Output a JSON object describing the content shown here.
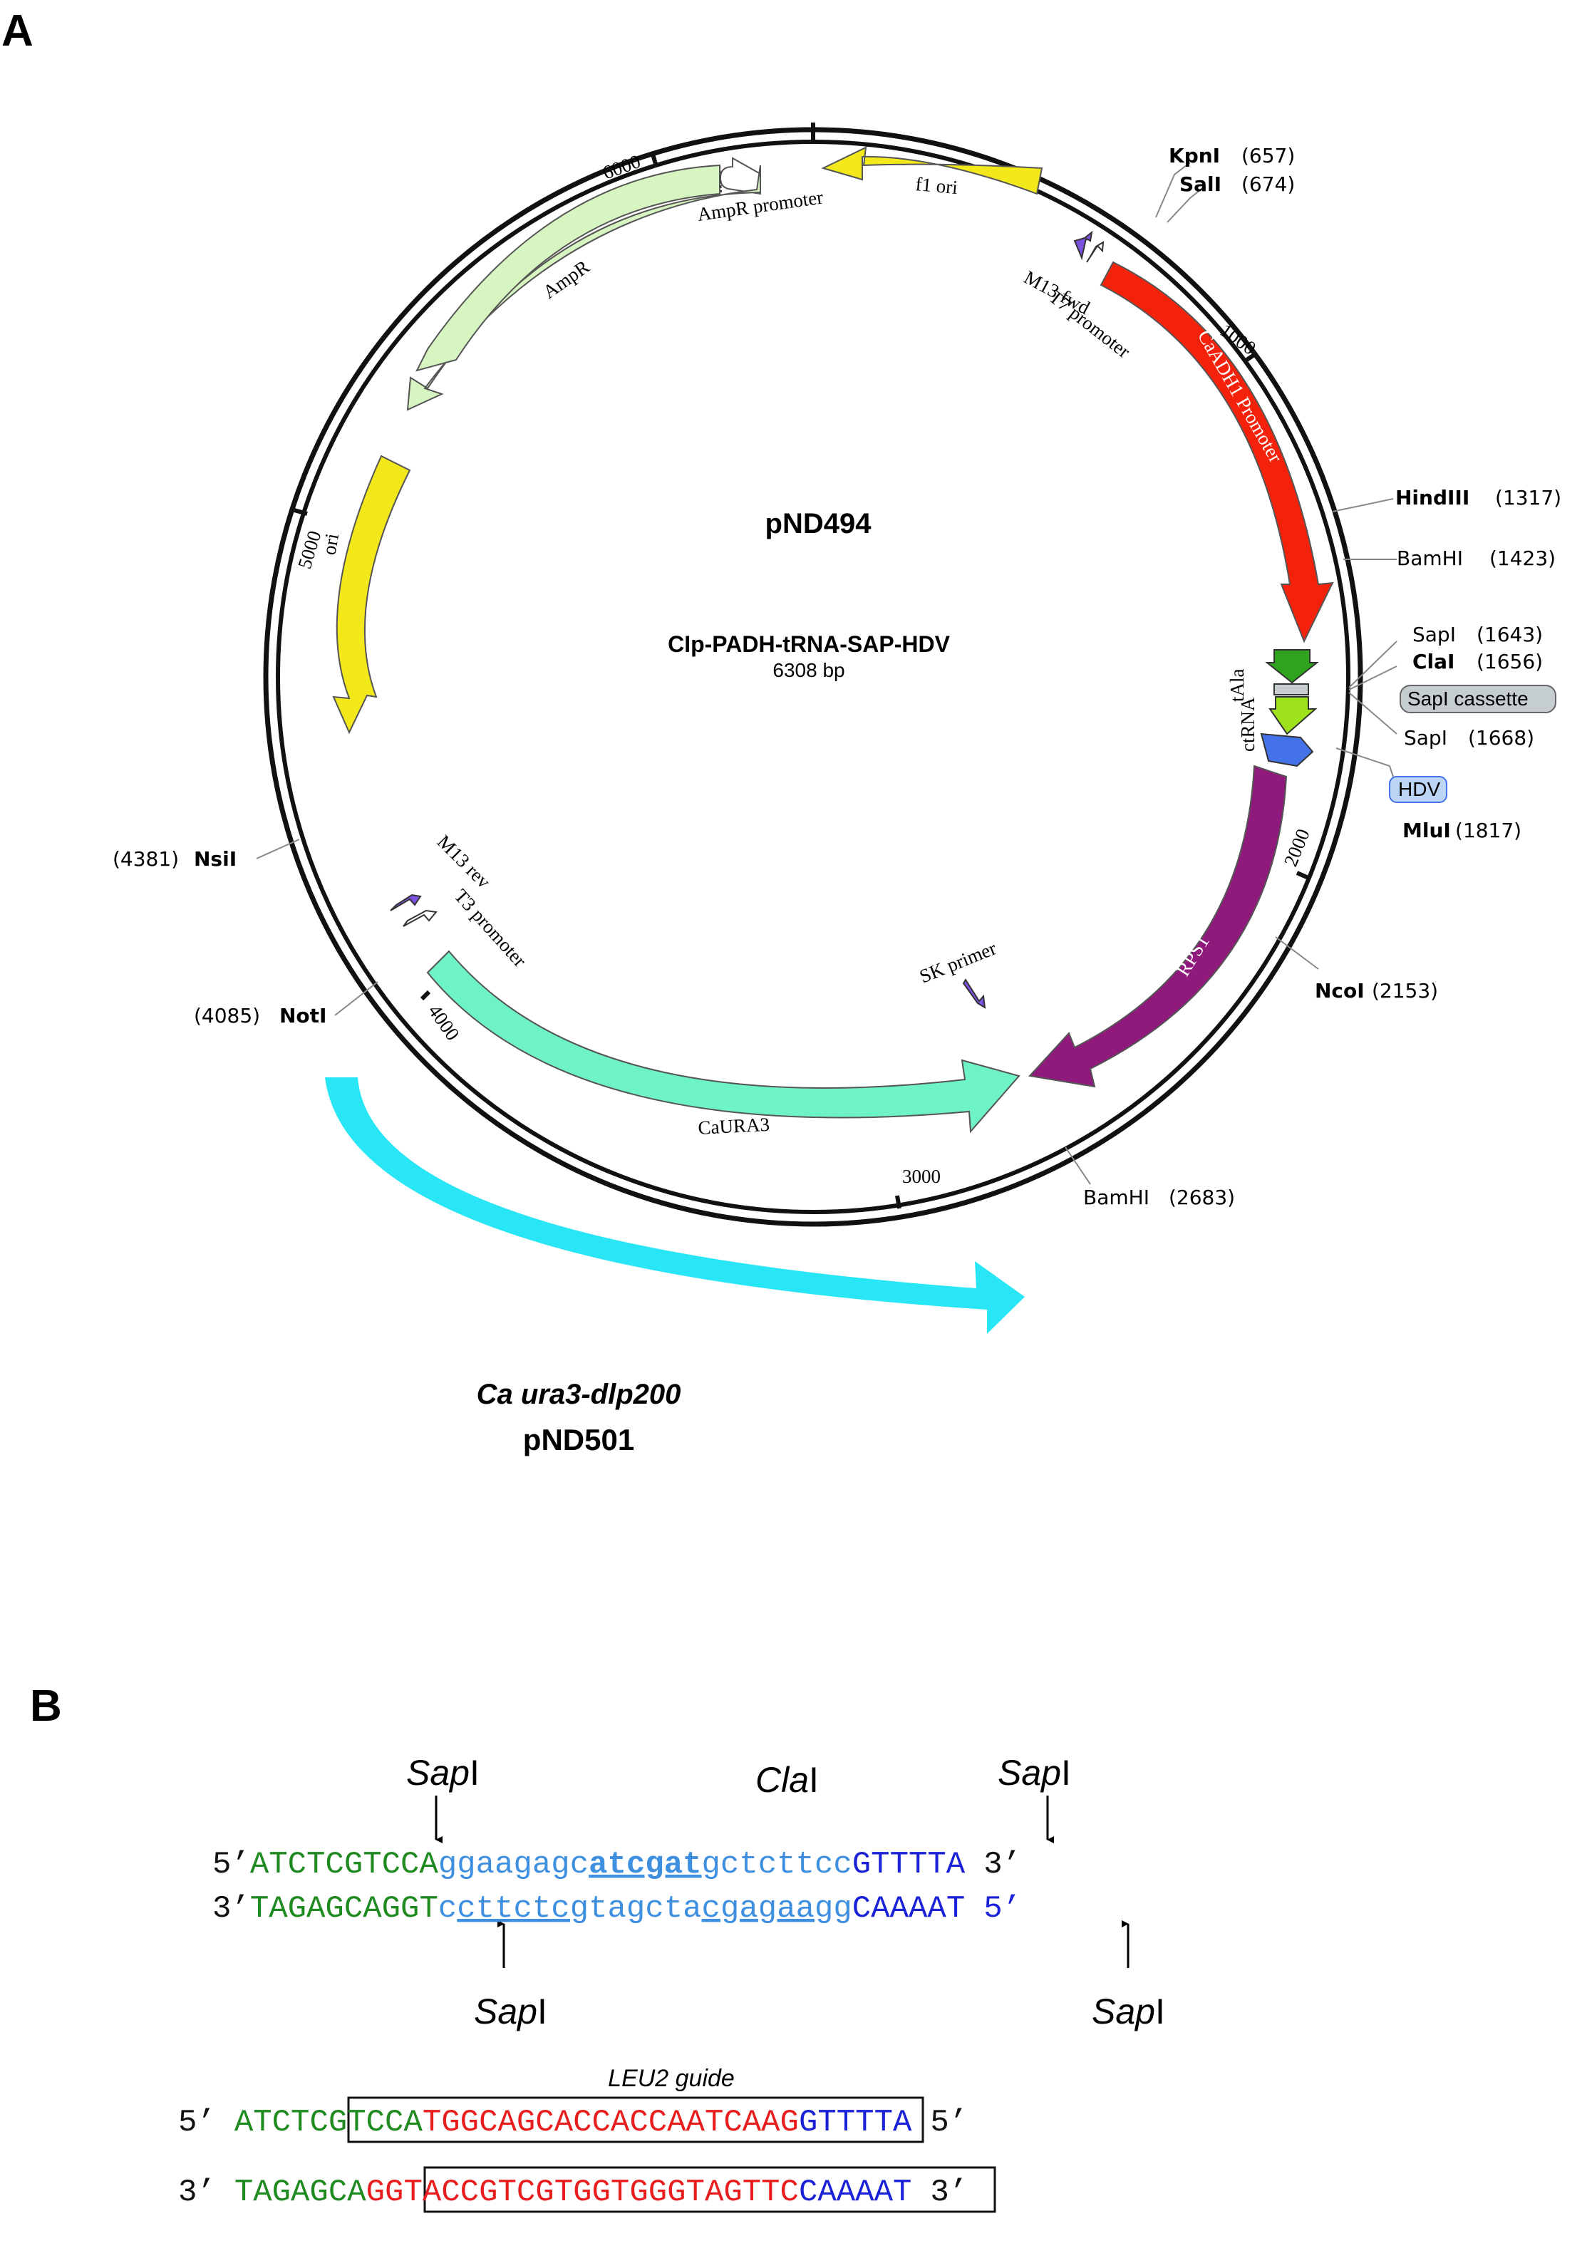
{
  "panels": {
    "a": "A",
    "b": "B"
  },
  "plasmid": {
    "name": "pND494",
    "description": "CIp-PADH-tRNA-SAP-HDV",
    "size": "6308 bp",
    "ticks": [
      "1000",
      "2000",
      "3000",
      "4000",
      "5000",
      "6000"
    ]
  },
  "features": {
    "f1_ori": "f1 ori",
    "ampr_promoter": "AmpR promoter",
    "ampr": "AmpR",
    "ori": "ori",
    "m13_fwd": "M13 fwd",
    "t7_promoter": "T7 promoter",
    "caadh1_promoter": "CaADH1 Promoter",
    "tala": "tAla",
    "ctrna": "ctRNA",
    "sapi_cassette": "SapI cassette",
    "hdv": "HDV",
    "rps1": "RPS1",
    "caura3": "CaURA3",
    "m13_rev": "M13 rev",
    "t3_promoter": "T3 promoter",
    "sk_primer": "SK primer"
  },
  "sites": {
    "kpni": {
      "name": "KpnI",
      "pos": "(657)"
    },
    "sali": {
      "name": "SalI",
      "pos": "(674)"
    },
    "hindiii": {
      "name": "HindIII",
      "pos": "(1317)"
    },
    "bamhi1": {
      "name": "BamHI",
      "pos": "(1423)"
    },
    "sapi1": {
      "name": "SapI",
      "pos": "(1643)"
    },
    "clai": {
      "name": "ClaI",
      "pos": "(1656)"
    },
    "sapi2": {
      "name": "SapI",
      "pos": "(1668)"
    },
    "mlui": {
      "name": "MluI",
      "pos": "(1817)"
    },
    "ncoi": {
      "name": "NcoI",
      "pos": "(2153)"
    },
    "bamhi2": {
      "name": "BamHI",
      "pos": "(2683)"
    },
    "nsii": {
      "name": "NsiI",
      "pos": "(4381)"
    },
    "noti": {
      "name": "NotI",
      "pos": "(4085)"
    }
  },
  "derivative": {
    "allele": "Ca ura3-dlp200",
    "plasmid": "pND501"
  },
  "panel_b": {
    "enzymes": {
      "sap": "Sap",
      "cla": "Cla",
      "suffix": "I"
    },
    "top": {
      "p5": "5’",
      "g": "ATCTCGTCCA",
      "b1": "ggaagagc",
      "b2": "atcgat",
      "b3": "gctcttcc",
      "d": "GTTTTA",
      "p3": "3’"
    },
    "bottom": {
      "p3": "3’",
      "g": "TAGAGCAGGT",
      "b1": "c",
      "b2": "cttctcg",
      "b3": "tagcta",
      "b4": "cgagaag",
      "b5": "g",
      "d": "CAAAAT",
      "p5": "5’"
    },
    "guide_label": "LEU2 guide",
    "guide_top": {
      "p5": "5’",
      "g": "ATCT",
      "r1": "CGTCCA",
      "r2": "TGGCAGCACCACCAATC",
      "r3": "AAG",
      "d": "GTTTTA",
      "p3": "5’"
    },
    "guide_bottom": {
      "p3": "3’",
      "g": "TAGAGCA",
      "r1": "GGT",
      "r2": "ACCGTCGTGGTGGGTAGTTC",
      "d": "CAAAAT",
      "p5": "3’"
    }
  },
  "colors": {
    "f1_ori": "#f2e81a",
    "ori": "#f2e81a",
    "ampr": "#d6f5c0",
    "caadh1": "#f4220b",
    "rps1": "#8f1a7b",
    "caura3": "#6ef2c8",
    "tala": "#2fa21e",
    "ctrna": "#9ee21c",
    "hdv": "#4472e8",
    "cassette": "#c5cdd0",
    "arrow": "#29e6f6",
    "seq_green": "#1f8a1f",
    "seq_light_blue": "#3f8fe0",
    "seq_blue": "#1b21d6",
    "seq_red": "#e81e1e"
  }
}
